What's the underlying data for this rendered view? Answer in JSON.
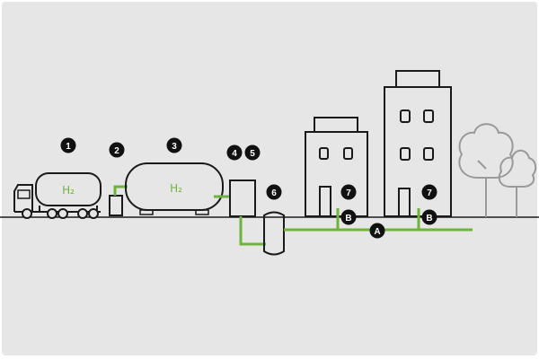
{
  "colors": {
    "background": "#e6e6e6",
    "line": "#1a1a1a",
    "pipe": "#6fb33c",
    "tree": "#9a9a9a",
    "badge_fill": "#111111",
    "badge_text": "#ffffff"
  },
  "labels": {
    "truck_tank_label": "H₂",
    "storage_tank_label": "H₂"
  },
  "badges": {
    "b1": "1",
    "b2": "2",
    "b3": "3",
    "b4": "4",
    "b5": "5",
    "b6": "6",
    "b7a": "7",
    "b7b": "7",
    "bA": "A",
    "bBa": "B",
    "bBb": "B"
  },
  "icons": {
    "truck": "tanker-truck-icon",
    "dispenser": "dispenser-icon",
    "storage": "storage-tank-icon",
    "compressor": "compressor-box-icon",
    "vessel": "buffer-vessel-icon",
    "building_small": "building-icon",
    "building_tall": "tall-building-icon",
    "tree": "tree-icon"
  }
}
